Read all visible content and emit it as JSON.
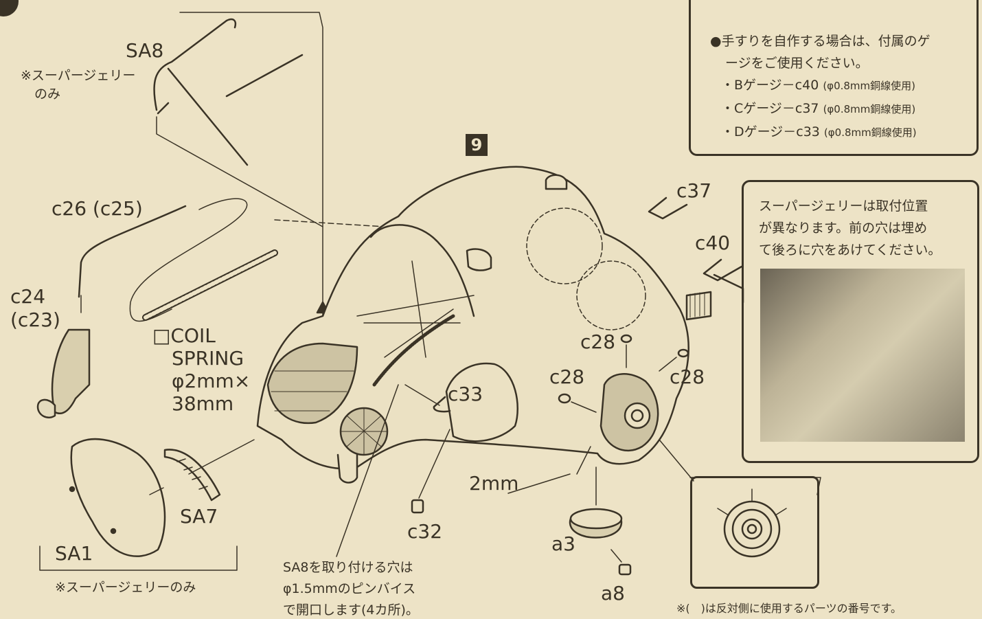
{
  "step_number": "9",
  "labels": {
    "sa8": "SA8",
    "super_jelly_only_1": "※スーパージェリー",
    "super_jelly_only_2": "のみ",
    "c26": "c26 (c25)",
    "c24": "c24",
    "c23": "(c23)",
    "coil_1": "□COIL",
    "coil_2": "SPRING",
    "coil_3": "φ2mm×",
    "coil_4": "38mm",
    "sa7": "SA7",
    "sa1": "SA1",
    "super_jelly_only_bottom": "※スーパージェリーのみ",
    "c33": "c33",
    "c32": "c32",
    "mm2": "2mm",
    "drill_1": "SA8を取り付ける穴は",
    "drill_2": "φ1.5mmのピンバイス",
    "drill_3": "で開口します(4カ所)。",
    "c37": "c37",
    "c40": "c40",
    "c28_a": "c28",
    "c28_b": "c28",
    "c28_c": "c28",
    "a3": "a3",
    "a8": "a8",
    "footnote": "※(　)は反対側に使用するパーツの番号です。"
  },
  "handrail_note": {
    "intro_1": "●手すりを自作する場合は、付属のゲ",
    "intro_2": "ージをご使用ください。",
    "gauges": [
      {
        "name": "・Bゲージ－c40",
        "wire": "(φ0.8mm銅線使用)"
      },
      {
        "name": "・Cゲージ－c37",
        "wire": "(φ0.8mm銅線使用)"
      },
      {
        "name": "・Dゲージ－c33",
        "wire": "(φ0.8mm銅線使用)"
      }
    ]
  },
  "position_note": {
    "line1": "スーパージェリーは取付位置",
    "line2": "が異なります。前の穴は埋め",
    "line3": "て後ろに穴をあけてください。"
  }
}
